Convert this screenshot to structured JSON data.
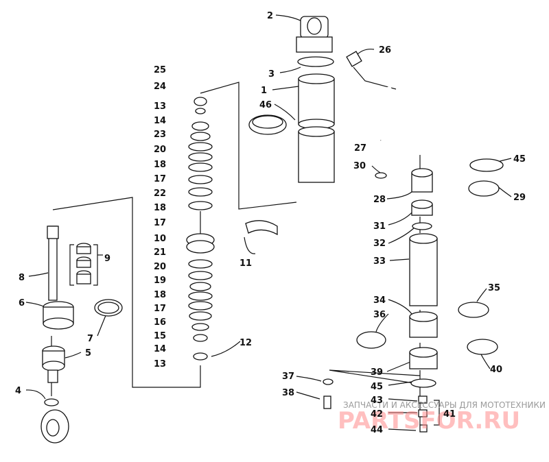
{
  "labels": {
    "1": "1",
    "2": "2",
    "3": "3",
    "4": "4",
    "5": "5",
    "6": "6",
    "7": "7",
    "8": "8",
    "9": "9",
    "10": "10",
    "11": "11",
    "12": "12",
    "13a": "13",
    "13b": "13",
    "14a": "14",
    "14b": "14",
    "15": "15",
    "16": "16",
    "17a": "17",
    "17b": "17",
    "17c": "17",
    "18a": "18",
    "18b": "18",
    "18c": "18",
    "19": "19",
    "20a": "20",
    "20b": "20",
    "21": "21",
    "22": "22",
    "23": "23",
    "24": "24",
    "25": "25",
    "26": "26",
    "27": "27",
    "28": "28",
    "29": "29",
    "30": "30",
    "31": "31",
    "32": "32",
    "33": "33",
    "34": "34",
    "35": "35",
    "36": "36",
    "37": "37",
    "38": "38",
    "39": "39",
    "40": "40",
    "41": "41",
    "42": "42",
    "43": "43",
    "44": "44",
    "45a": "45",
    "45b": "45",
    "46": "46"
  },
  "watermark": {
    "text": "ЗАПЧАСТИ И АКСЕССУАРЫ ДЛЯ МОТОТЕХНИКИ",
    "logo": "PARTSFOR.RU",
    "color": "#ff8a8a"
  }
}
